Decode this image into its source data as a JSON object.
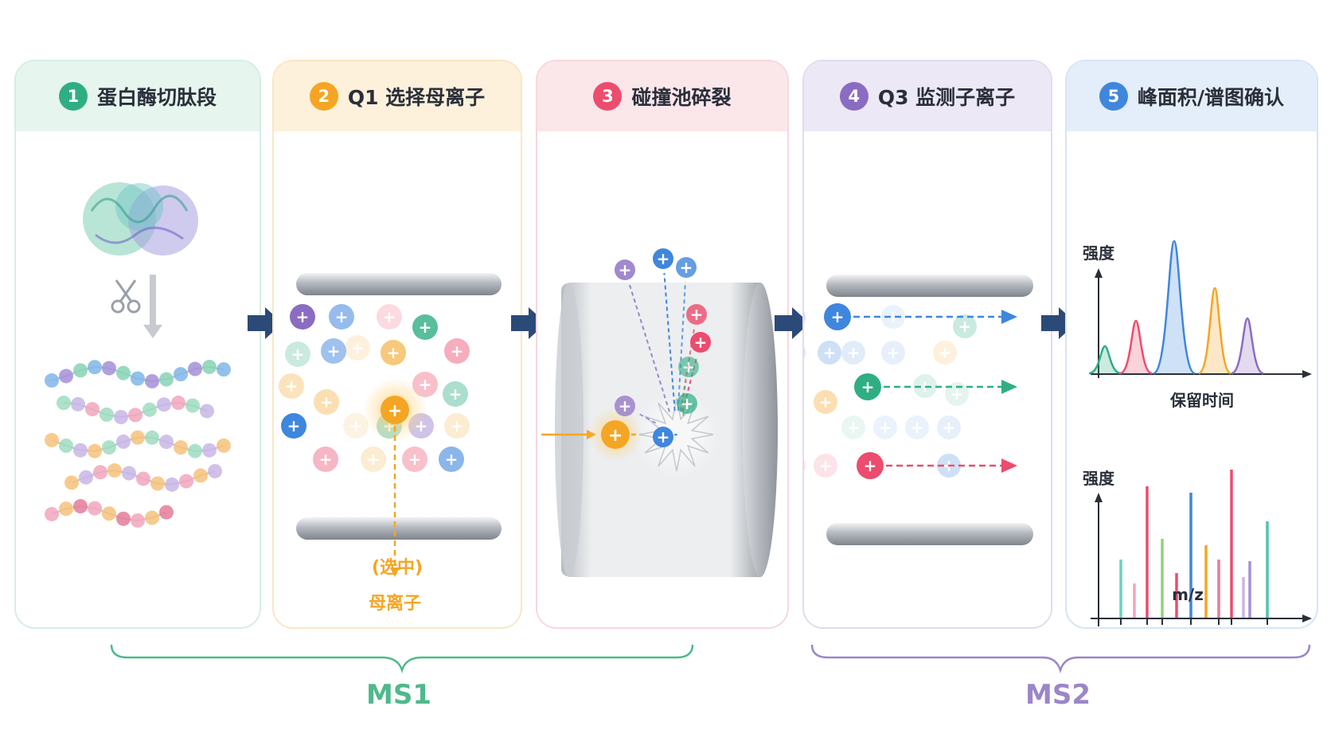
{
  "steps": [
    {
      "num": "1",
      "title": "蛋白酶切肽段"
    },
    {
      "num": "2",
      "title": "Q1 选择母离子"
    },
    {
      "num": "3",
      "title": "碰撞池碎裂"
    },
    {
      "num": "4",
      "title": "Q3 监测子离子"
    },
    {
      "num": "5",
      "title": "峰面积/谱图确认"
    }
  ],
  "q1": {
    "selected_label_1": "母离子",
    "selected_label_2": "(选中)"
  },
  "chromatogram": {
    "ylabel": "强度",
    "xlabel": "保留时间"
  },
  "spectrum": {
    "ylabel": "强度",
    "xlabel": "m/z"
  },
  "groups": {
    "ms1": "MS1",
    "ms2": "MS2"
  },
  "colors": {
    "green": "#2fae84",
    "orange": "#f5a524",
    "pink": "#ec4c6d",
    "purple": "#8a6cc2",
    "blue": "#3f86dd",
    "navy": "#2b4a78",
    "ms1": "#4fb98c",
    "ms2": "#9b86c8"
  },
  "icons": {
    "flow": "arrow-right-icon",
    "cut": "scissors-icon",
    "ion": "plus-ion-icon"
  }
}
